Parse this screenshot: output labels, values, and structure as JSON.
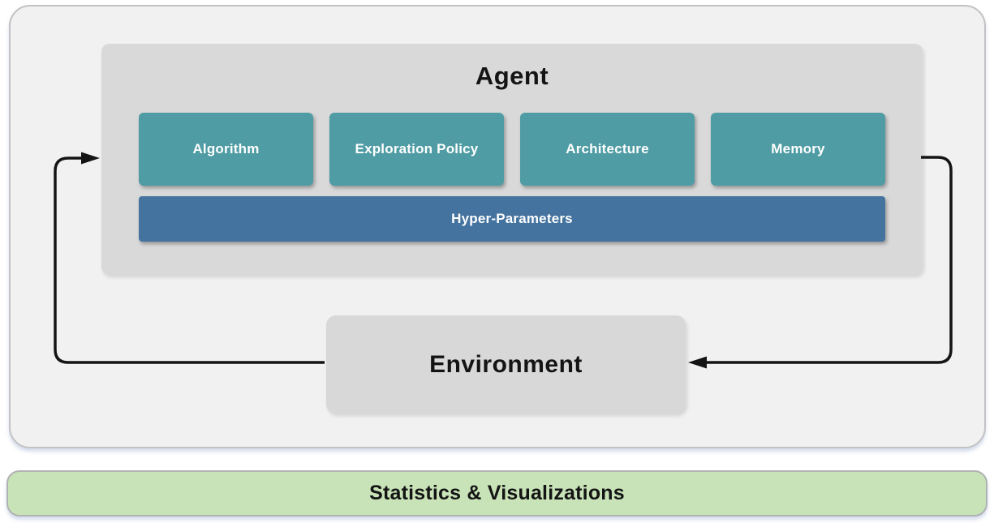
{
  "agent": {
    "title": "Agent",
    "components": [
      {
        "label": "Algorithm"
      },
      {
        "label": "Exploration Policy"
      },
      {
        "label": "Architecture"
      },
      {
        "label": "Memory"
      }
    ],
    "hyper_parameters": {
      "label": "Hyper-Parameters"
    }
  },
  "environment": {
    "label": "Environment"
  },
  "footer": {
    "label": "Statistics & Visualizations"
  },
  "colors": {
    "component_teal": "#4F9CA4",
    "hyper_parameters_blue": "#44739F",
    "container_gray": "#D9D9D9",
    "panel_background": "#F1F1F2",
    "panel_border": "#C2C2C4",
    "footer_green": "#C8E3B8",
    "arrow_black": "#141414"
  }
}
